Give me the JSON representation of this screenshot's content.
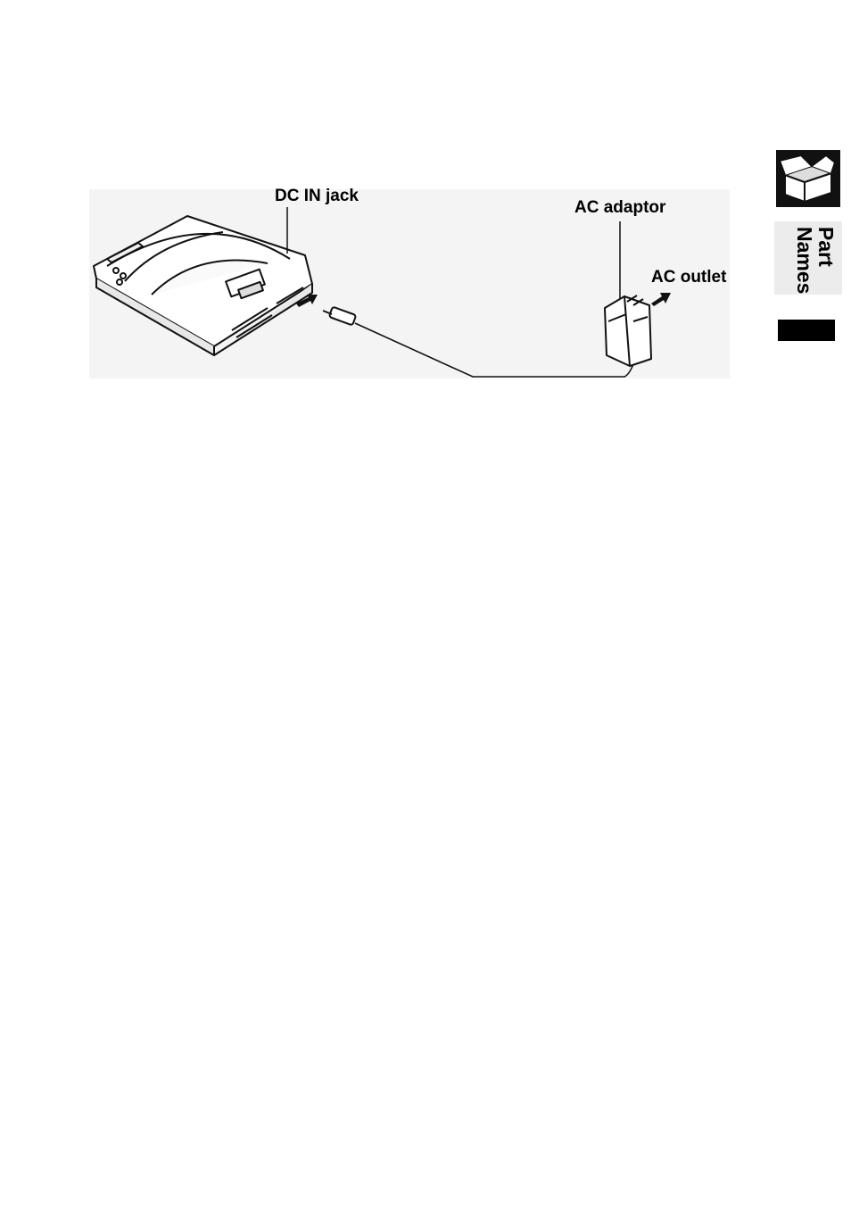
{
  "figure": {
    "labels": {
      "dc_in_jack": "DC IN jack",
      "ac_adaptor": "AC adaptor",
      "ac_outlet": "AC outlet"
    },
    "illustration": "portable-cd-player-with-ac-adaptor"
  },
  "side_tab": {
    "line1": "Part",
    "line2": "Names",
    "icon": "open-box-icon"
  }
}
